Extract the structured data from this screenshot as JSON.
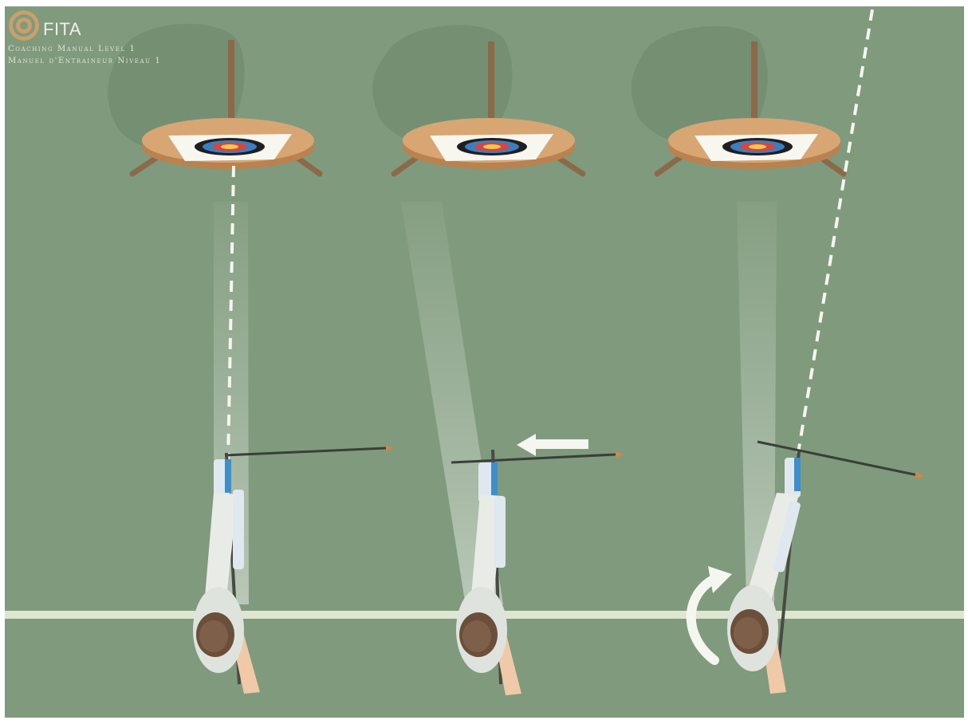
{
  "branding": {
    "logo_icon": "fita-target-logo-icon",
    "org_name": "FITA",
    "subtitle_en": "Coaching Manual Level 1",
    "subtitle_fr": "Manuel d'Entraineur Niveau 1"
  },
  "panels": [
    {
      "id": "panel-1",
      "arrow_alignment": "aligned-with-target",
      "indicator": "none"
    },
    {
      "id": "panel-2",
      "arrow_alignment": "shifted-left",
      "indicator": "left-arrow-icon"
    },
    {
      "id": "panel-3",
      "arrow_alignment": "rotated-away",
      "indicator": "rotate-icon"
    }
  ],
  "colors": {
    "field": "#7f9a7c",
    "field_shadow": "#6f8a6d",
    "butt_wood": "#d8a673",
    "butt_rim": "#b9824f",
    "stand": "#8b6a4a",
    "line": "#e9eedc",
    "arrow_shaft": "#3a3f3a",
    "fletch": "#c98a4a",
    "sling": "#3d8ec9",
    "skin": "#f0c9a8",
    "shirt": "#e8ebe6",
    "hair": "#6b4f3b"
  }
}
